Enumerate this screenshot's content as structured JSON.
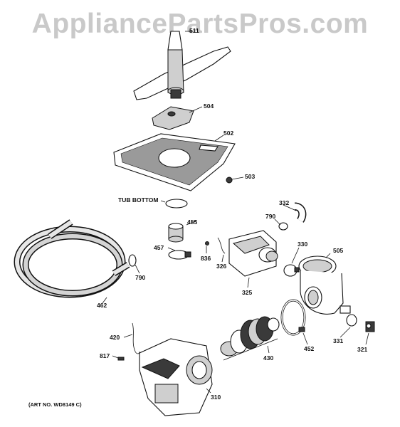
{
  "watermark": "AppliancePartsPros.com",
  "art_number": "(ART NO. WD8149 C)",
  "callouts": {
    "c511": "511",
    "c504": "504",
    "c502": "502",
    "c503": "503",
    "tub_bottom": "TUB BOTTOM",
    "c332": "332",
    "c790a": "790",
    "c455": "455",
    "c457": "457",
    "c836": "836",
    "c326": "326",
    "c330": "330",
    "c505": "505",
    "c325": "325",
    "c790b": "790",
    "c462": "462",
    "c420": "420",
    "c817": "817",
    "c430": "430",
    "c452": "452",
    "c331": "331",
    "c321": "321",
    "c310": "310"
  }
}
